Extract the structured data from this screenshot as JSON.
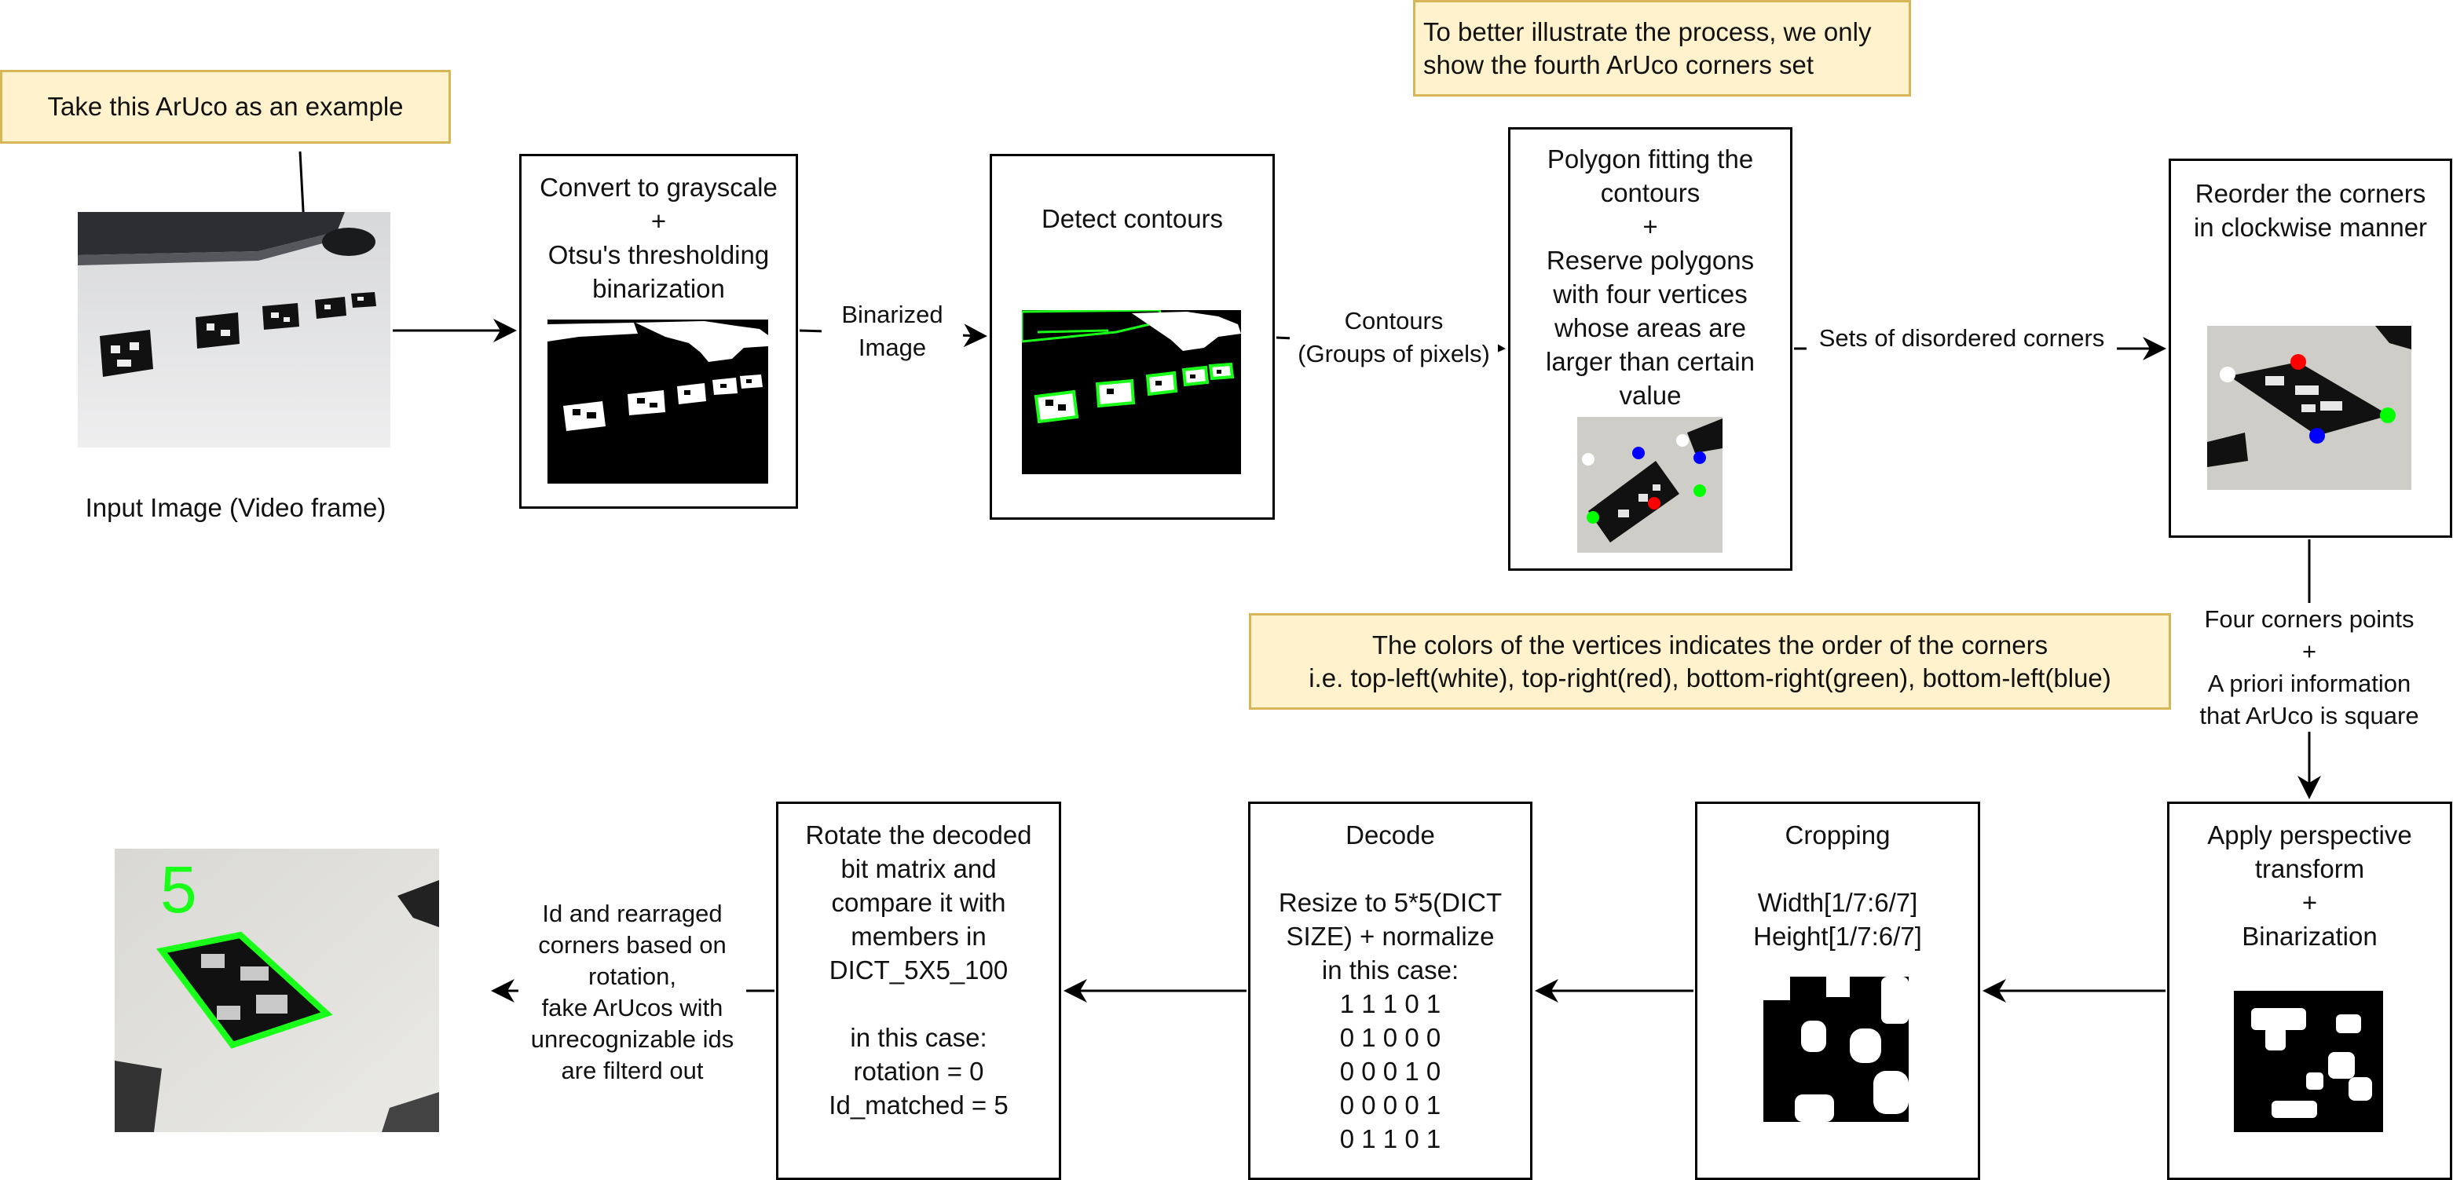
{
  "notes": {
    "example": "Take this ArUco as an example",
    "illustrate": [
      "To better illustrate the process, we only",
      "show the fourth ArUco corners set"
    ],
    "colors": [
      "The colors of the vertices indicates the order of the corners",
      "i.e. top-left(white), top-right(red), bottom-right(green), bottom-left(blue)"
    ]
  },
  "input_caption": "Input Image (Video frame)",
  "steps": {
    "grayscale": [
      "Convert to grayscale",
      "+",
      "Otsu's thresholding",
      "binarization"
    ],
    "contours": [
      "Detect contours"
    ],
    "polygon": [
      "Polygon fitting the",
      "contours",
      "+",
      "Reserve polygons",
      "with four vertices",
      "whose areas are",
      "larger than certain",
      "value"
    ],
    "reorder": [
      "Reorder the corners",
      "in clockwise manner"
    ],
    "perspective": [
      "Apply perspective",
      "transform",
      "+",
      "Binarization"
    ],
    "cropping": [
      "Cropping",
      "",
      "Width[1/7:6/7]",
      "Height[1/7:6/7]"
    ],
    "decode": [
      "Decode",
      "",
      "Resize to 5*5(DICT",
      "SIZE) + normalize",
      "in this case:",
      "1 1 1 0 1",
      "0 1 0 0 0",
      "0 0 0 1 0",
      "0 0 0 0 1",
      "0 1 1 0 1"
    ],
    "rotate": [
      "Rotate the decoded",
      "bit matrix and",
      "compare it with",
      "members in",
      "DICT_5X5_100",
      "",
      "in this case:",
      "rotation = 0",
      "Id_matched = 5"
    ]
  },
  "edges": {
    "binarized": [
      "Binarized",
      "Image"
    ],
    "contours": [
      "Contours",
      "(Groups of pixels)"
    ],
    "disordered": [
      "Sets of disordered corners"
    ],
    "four_corners": [
      "Four corners points",
      "+",
      "A priori information",
      "that ArUco is square"
    ],
    "id_out": [
      "Id and rearraged",
      "corners based on",
      "rotation,",
      "fake ArUcos with",
      "unrecognizable ids",
      "are filterd out"
    ]
  },
  "result_id": "5",
  "colors": {
    "note_fill": "#fff2cc",
    "note_border": "#d6b656",
    "corner_white": "#ffffff",
    "corner_red": "#ff0000",
    "corner_green": "#00ff00",
    "corner_blue": "#0000ff",
    "contour_green": "#1aff1a"
  }
}
